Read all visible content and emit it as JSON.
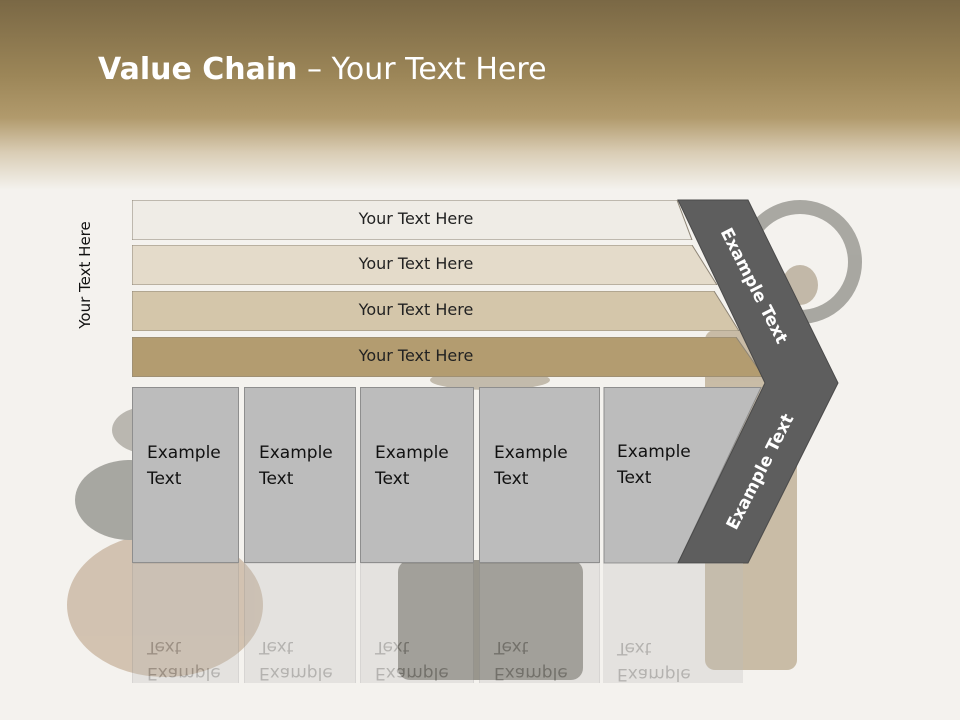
{
  "title": {
    "bold": "Value Chain",
    "rest": " – Your Text Here"
  },
  "side_label": "Your Text Here",
  "bars": [
    {
      "label": "Your Text Here",
      "color": "#efece6"
    },
    {
      "label": "Your Text Here",
      "color": "#e4dbca"
    },
    {
      "label": "Your Text Here",
      "color": "#d4c6aa"
    },
    {
      "label": "Your Text Here",
      "color": "#b39c70"
    }
  ],
  "boxes": [
    {
      "line1": "Example",
      "line2": "Text"
    },
    {
      "line1": "Example",
      "line2": "Text"
    },
    {
      "line1": "Example",
      "line2": "Text"
    },
    {
      "line1": "Example",
      "line2": "Text"
    },
    {
      "line1": "Example",
      "line2": "Text"
    }
  ],
  "chevron": {
    "top_label": "Example Text",
    "bottom_label": "Example Text",
    "color": "#5e5e5e"
  },
  "colors": {
    "header": "#9c8658",
    "box": "#bcbcbc"
  }
}
